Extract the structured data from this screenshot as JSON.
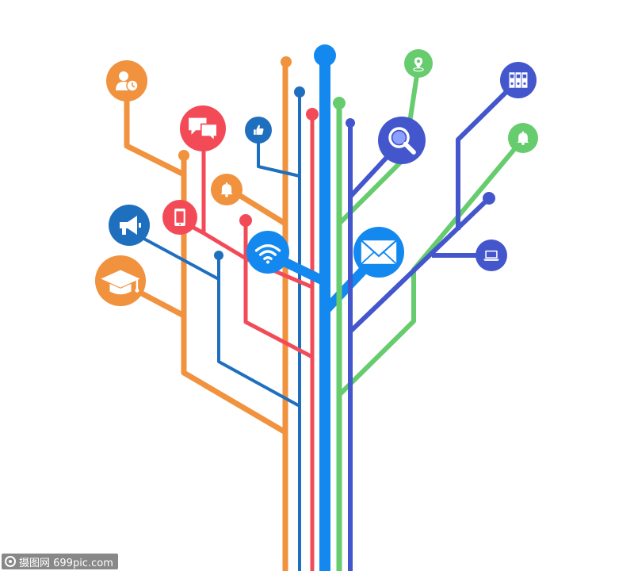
{
  "colors": {
    "orange": "#F0923E",
    "red": "#F24B57",
    "darkblue": "#1F6FBF",
    "brightblue": "#1389F0",
    "green": "#66CC6E",
    "indigo": "#4356CC",
    "white": "#FFFFFF"
  },
  "nodes": [
    {
      "name": "user-clock-icon",
      "color": "orange",
      "icon": "user-clock"
    },
    {
      "name": "graduation-cap-icon",
      "color": "orange",
      "icon": "graduation-cap"
    },
    {
      "name": "bell-icon-orange",
      "color": "orange",
      "icon": "bell"
    },
    {
      "name": "chat-bubbles-icon",
      "color": "red",
      "icon": "chat"
    },
    {
      "name": "tablet-icon",
      "color": "red",
      "icon": "tablet"
    },
    {
      "name": "megaphone-icon",
      "color": "darkblue",
      "icon": "megaphone"
    },
    {
      "name": "thumbs-up-icon",
      "color": "darkblue",
      "icon": "thumbs-up"
    },
    {
      "name": "wifi-icon",
      "color": "brightblue",
      "icon": "wifi"
    },
    {
      "name": "envelope-icon",
      "color": "brightblue",
      "icon": "envelope"
    },
    {
      "name": "location-pin-icon",
      "color": "green",
      "icon": "pin"
    },
    {
      "name": "bell-icon-green",
      "color": "green",
      "icon": "bell"
    },
    {
      "name": "magnifier-icon",
      "color": "indigo",
      "icon": "search"
    },
    {
      "name": "binders-icon",
      "color": "indigo",
      "icon": "binders"
    },
    {
      "name": "laptop-icon",
      "color": "indigo",
      "icon": "laptop"
    }
  ],
  "watermark": {
    "text": "摄图网 699pic.com"
  }
}
